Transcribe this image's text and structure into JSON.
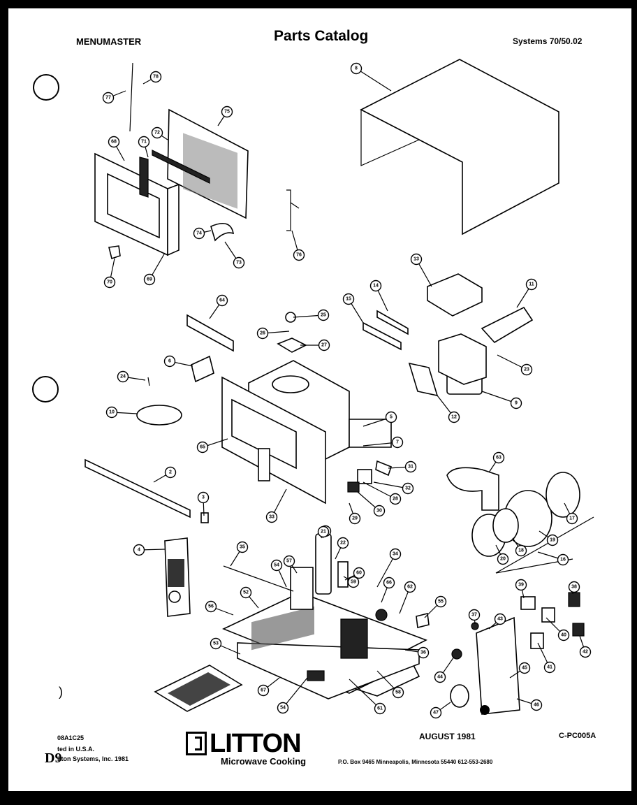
{
  "header": {
    "brand": "MENUMASTER",
    "title": "Parts Catalog",
    "systems": "Systems 70/50.02"
  },
  "footer": {
    "code": "08A1C25",
    "made_in": "ted in U.S.A.",
    "copyright": "itton Systems, Inc. 1981",
    "page_mark": "D9",
    "logo": "LITTON",
    "logo_subtitle": "Microwave Cooking",
    "date": "AUGUST 1981",
    "reference": "C-PC005A",
    "address": "P.O. Box 9465 Minneapolis, Minnesota 55440 612-553-2680",
    "margin_mark": ")"
  },
  "callouts": [
    "8",
    "78",
    "77",
    "75",
    "72",
    "68",
    "71",
    "74",
    "73",
    "76",
    "69",
    "70",
    "13",
    "14",
    "15",
    "11",
    "64",
    "25",
    "26",
    "27",
    "6",
    "24",
    "23",
    "10",
    "12",
    "9",
    "65",
    "5",
    "7",
    "2",
    "3",
    "33",
    "21",
    "31",
    "32",
    "28",
    "29",
    "30",
    "63",
    "17",
    "19",
    "20",
    "18",
    "16",
    "4",
    "35",
    "57",
    "21",
    "22",
    "59",
    "60",
    "34",
    "54",
    "56",
    "52",
    "66",
    "62",
    "55",
    "53",
    "54",
    "67",
    "61",
    "58",
    "36",
    "39",
    "38",
    "43",
    "37",
    "40",
    "41",
    "42",
    "44",
    "45",
    "46",
    "47"
  ]
}
